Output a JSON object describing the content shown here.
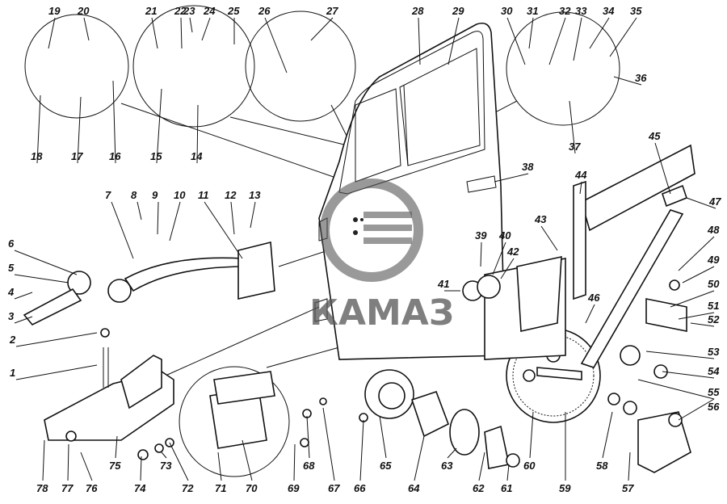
{
  "figure": {
    "watermark_text": "КАМАЗ",
    "callouts": [
      "1",
      "2",
      "3",
      "4",
      "5",
      "6",
      "7",
      "8",
      "9",
      "10",
      "11",
      "12",
      "13",
      "14",
      "15",
      "16",
      "17",
      "18",
      "19",
      "20",
      "21",
      "22",
      "23",
      "24",
      "25",
      "26",
      "27",
      "28",
      "29",
      "30",
      "31",
      "32",
      "33",
      "34",
      "35",
      "36",
      "37",
      "38",
      "39",
      "40",
      "41",
      "42",
      "43",
      "44",
      "45",
      "46",
      "47",
      "48",
      "49",
      "50",
      "51",
      "52",
      "53",
      "54",
      "55",
      "56",
      "57",
      "58",
      "59",
      "60",
      "61",
      "62",
      "63",
      "64",
      "65",
      "66",
      "67",
      "68",
      "69",
      "70",
      "71",
      "72",
      "73",
      "74",
      "75",
      "76",
      "77",
      "78"
    ]
  },
  "colors": {
    "ink": "#111111",
    "paper": "#ffffff",
    "watermark": "#555555"
  }
}
